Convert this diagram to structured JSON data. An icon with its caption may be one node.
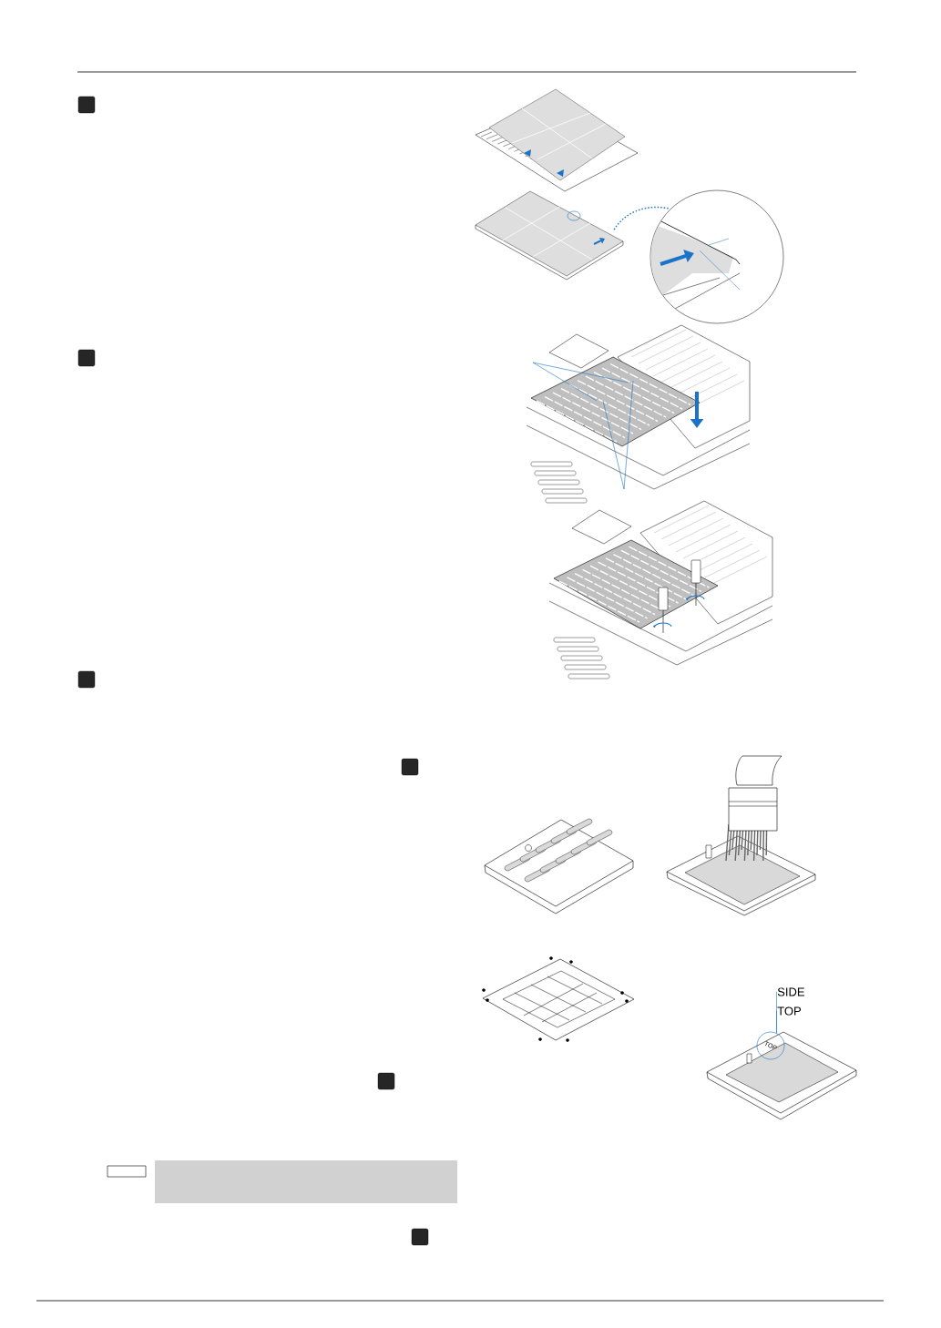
{
  "diagram": {
    "nodes": [
      {
        "text": [
          "SIDE"
        ]
      },
      {
        "text": [
          "TOP"
        ]
      },
      {
        "text": [
          "TOP"
        ]
      }
    ],
    "edges": [
      {
        "from": 0,
        "to": 2,
        "arrow": "none",
        "color": "#1a73c8"
      },
      {
        "from": 1,
        "to": 2,
        "arrow": "none",
        "color": "#1a73c8"
      }
    ]
  }
}
